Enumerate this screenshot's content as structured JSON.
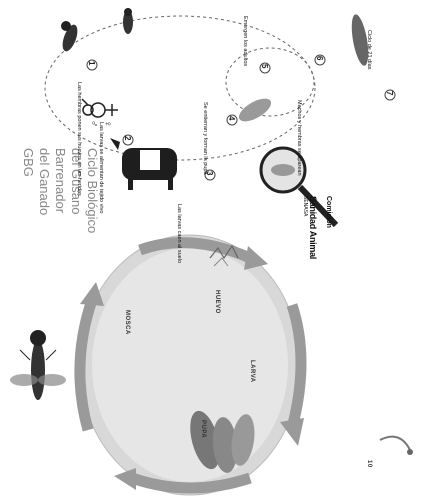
{
  "title": {
    "line1": "Ciclo Biológico",
    "line2": "del Gusano",
    "line3": "Barrenador",
    "line4": "del Ganado",
    "line5": "GBG"
  },
  "stage_numbers": [
    "1",
    "2",
    "3",
    "4",
    "5",
    "6",
    "7"
  ],
  "notes": {
    "note1": "Las hembras ponen sus huevos en las heridas",
    "note2": "Las larvas se alimentan de tejido vivo",
    "note3": "Las larvas caen al suelo",
    "note4": "Se entierran y forman la pupa",
    "note5": "Emergen los adultos",
    "note6": "Machos y hembras se aparean",
    "note7": "Ciclo de 21 días"
  },
  "cycle_labels": {
    "top": "HUEVO",
    "left": "MOSCA",
    "center": "LARVA",
    "bottom_left": "PUPA",
    "bottom_right": "10"
  },
  "logo": {
    "line1": "Comisión",
    "line2": "Sanidad Animal",
    "line3": "SENASA"
  },
  "symbols": {
    "female": "♀",
    "male": "♂"
  }
}
